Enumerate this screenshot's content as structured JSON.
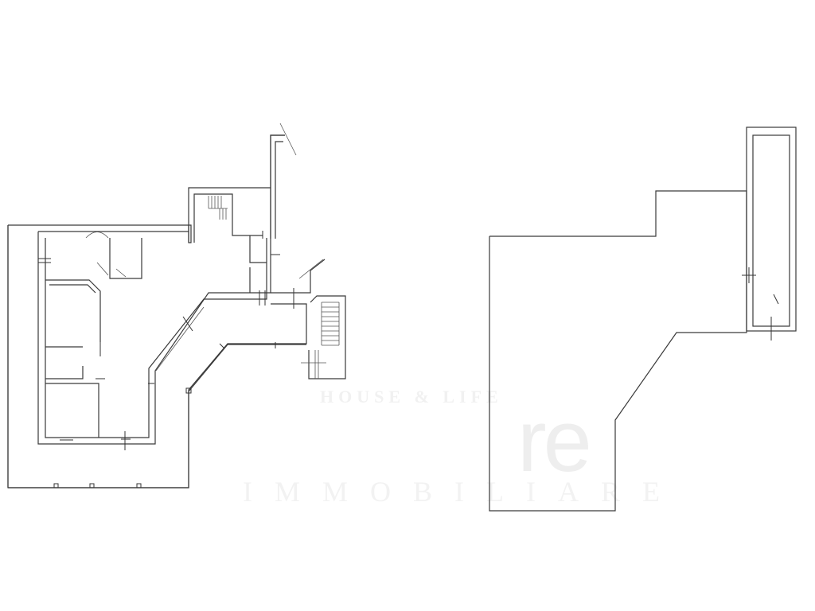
{
  "watermark": {
    "logo_text": "re",
    "top_text": "HOUSE & LIFE",
    "bottom_text": "IMMOBILIARE"
  },
  "faint_labels": {
    "upper_left": "",
    "upper_right": ""
  },
  "plans": [
    {
      "id": "ground-floor-plan"
    },
    {
      "id": "roof-plan"
    }
  ]
}
